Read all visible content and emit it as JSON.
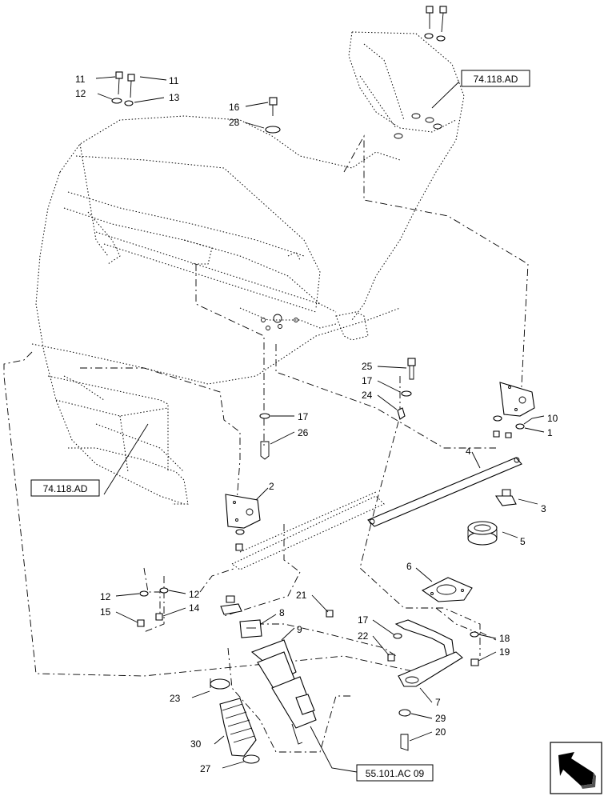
{
  "diagram": {
    "reference_labels": {
      "frame_top": "74.118.AD",
      "frame_left": "74.118.AD",
      "actuator_ref": "55.101.AC 09"
    },
    "callouts": {
      "c11a": "11",
      "c11b": "11",
      "c12a": "12",
      "c13": "13",
      "c16": "16",
      "c28": "28",
      "c25": "25",
      "c17a": "17",
      "c24": "24",
      "c17b": "17",
      "c26": "26",
      "c10": "10",
      "c1": "1",
      "c4": "4",
      "c3": "3",
      "c2": "2",
      "c5": "5",
      "c6": "6",
      "c12b": "12",
      "c12c": "12",
      "c15": "15",
      "c14": "14",
      "c21": "21",
      "c8": "8",
      "c9": "9",
      "c17c": "17",
      "c22": "22",
      "c18": "18",
      "c19": "19",
      "c7": "7",
      "c29": "29",
      "c20": "20",
      "c23": "23",
      "c30": "30",
      "c27": "27"
    },
    "nav_icon": "view-direction-arrow-icon"
  }
}
